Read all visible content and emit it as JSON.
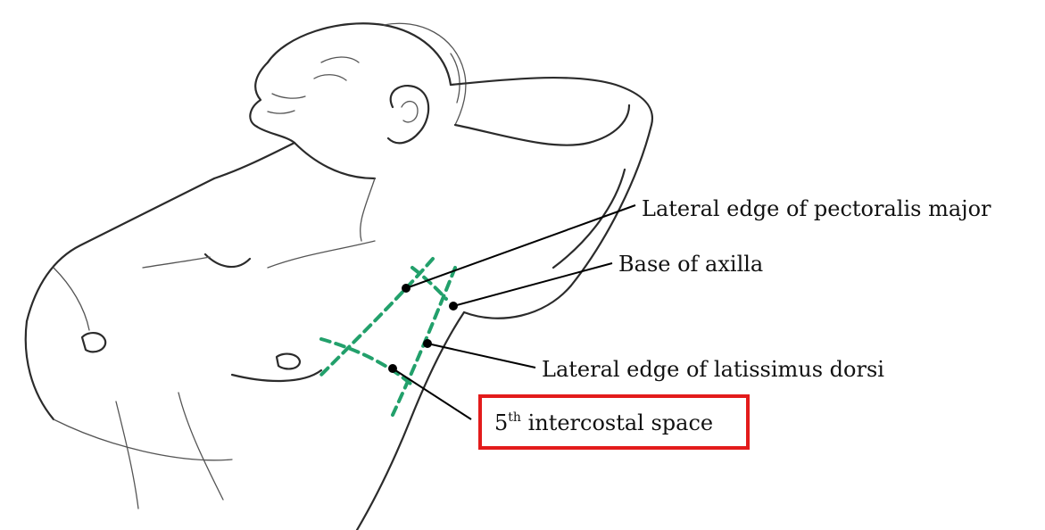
{
  "labels": {
    "pectoralis": "Lateral edge of pectoralis major",
    "axilla": "Base of axilla",
    "latissimus": "Lateral edge of latissimus dorsi",
    "intercostal_number": "5",
    "intercostal_superscript": "th",
    "intercostal_text": " intercostal space"
  },
  "colors": {
    "guide_lines": "#22a06b",
    "highlight_box": "#e31b1b",
    "sketch": "#2b2b2b"
  }
}
